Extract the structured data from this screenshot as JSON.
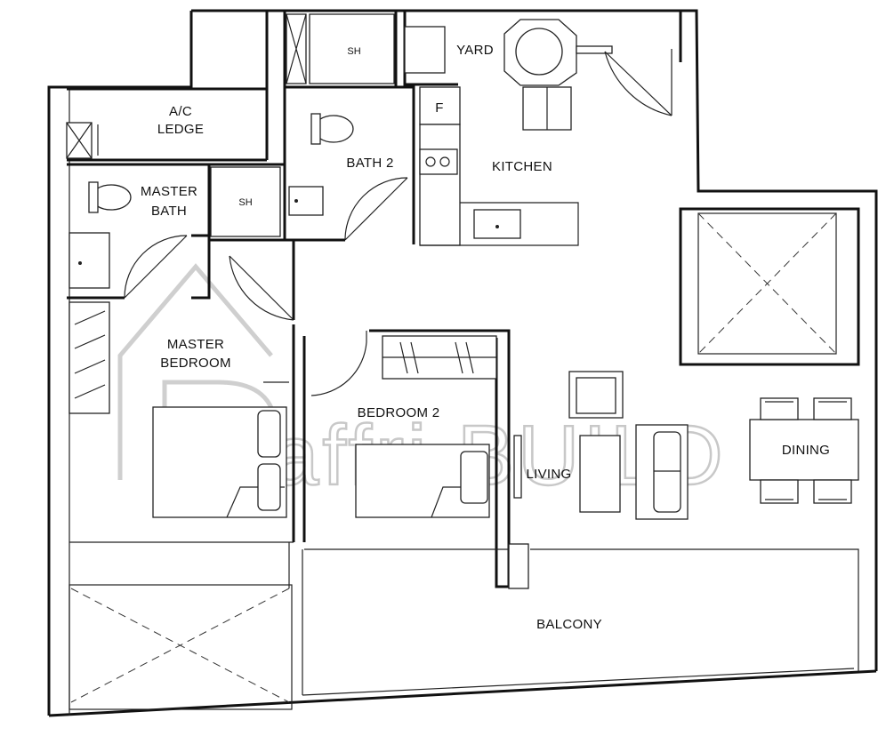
{
  "rooms": {
    "ac_ledge_line1": "A/C",
    "ac_ledge_line2": "LEDGE",
    "master_bath_line1": "MASTER",
    "master_bath_line2": "BATH",
    "bath2": "BATH 2",
    "kitchen": "KITCHEN",
    "yard": "YARD",
    "master_bedroom_line1": "MASTER",
    "master_bedroom_line2": "BEDROOM",
    "bedroom2": "BEDROOM 2",
    "living": "LIVING",
    "dining": "DINING",
    "balcony": "BALCONY"
  },
  "fixtures": {
    "shower_master": "SH",
    "shower_bath2": "SH",
    "fridge": "F"
  },
  "watermark": "affri.BUILD"
}
